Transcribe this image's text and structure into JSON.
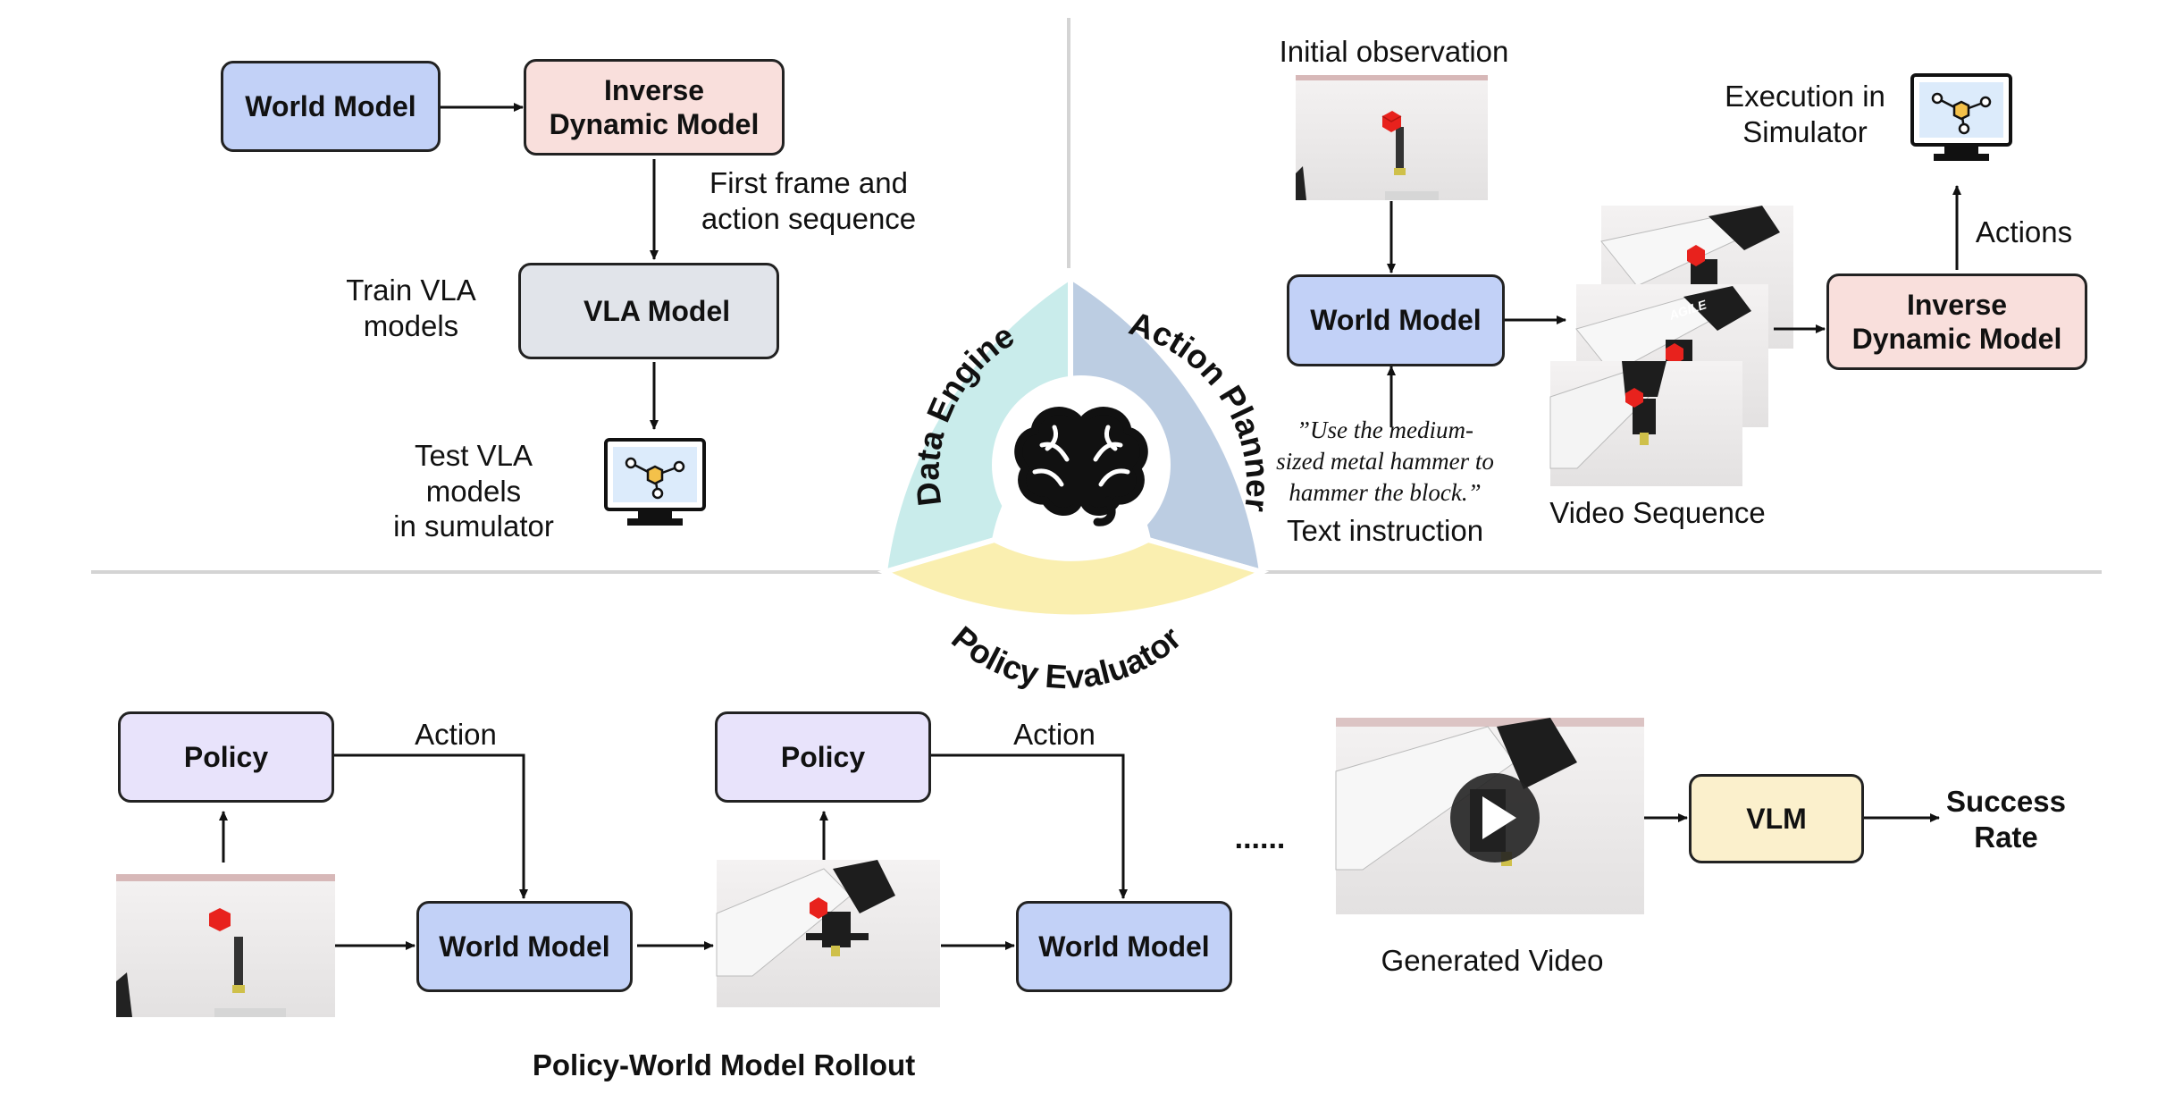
{
  "center": {
    "data_engine": "Data Engine",
    "action_planner": "Action Planner",
    "policy_evaluator": "Policy Evaluator"
  },
  "top_left": {
    "world_model": "World Model",
    "inverse_dynamic_model": "Inverse\nDynamic Model",
    "first_frame_label": "First frame and\naction sequence",
    "train_label": "Train VLA\nmodels",
    "vla_model": "VLA Model",
    "test_label": "Test VLA\nmodels\nin sumulator"
  },
  "top_right": {
    "initial_observation": "Initial observation",
    "execution_label": "Execution in\nSimulator",
    "world_model": "World Model",
    "inverse_dynamic_model": "Inverse\nDynamic Model",
    "actions_label": "Actions",
    "quote": "”Use the medium-\nsized metal hammer to\nhammer the block.”",
    "text_instruction": "Text instruction",
    "video_sequence": "Video Sequence",
    "robot_brand": "AGILE"
  },
  "bottom": {
    "policy_1": "Policy",
    "action_1": "Action",
    "world_model_1": "World Model",
    "policy_2": "Policy",
    "action_2": "Action",
    "world_model_2": "World Model",
    "ellipsis": "......",
    "generated_video": "Generated Video",
    "vlm": "VLM",
    "success_rate": "Success\nRate",
    "rollout_title": "Policy-World Model Rollout"
  },
  "colors": {
    "world_model": "#c2d1f7",
    "inverse_dynamic_model": "#f9dfdc",
    "vla_model": "#e1e4ea",
    "policy": "#e8e3fb",
    "vlm": "#fbf0cc",
    "data_engine": "#c9eceb",
    "action_planner": "#bccde2",
    "policy_evaluator": "#faefb0",
    "flame": "#e0432b",
    "cube": "#e8221d"
  },
  "icons": [
    "brain-icon",
    "monitor-icon",
    "flame-icon",
    "play-icon",
    "robot-arm-image",
    "red-cube"
  ]
}
